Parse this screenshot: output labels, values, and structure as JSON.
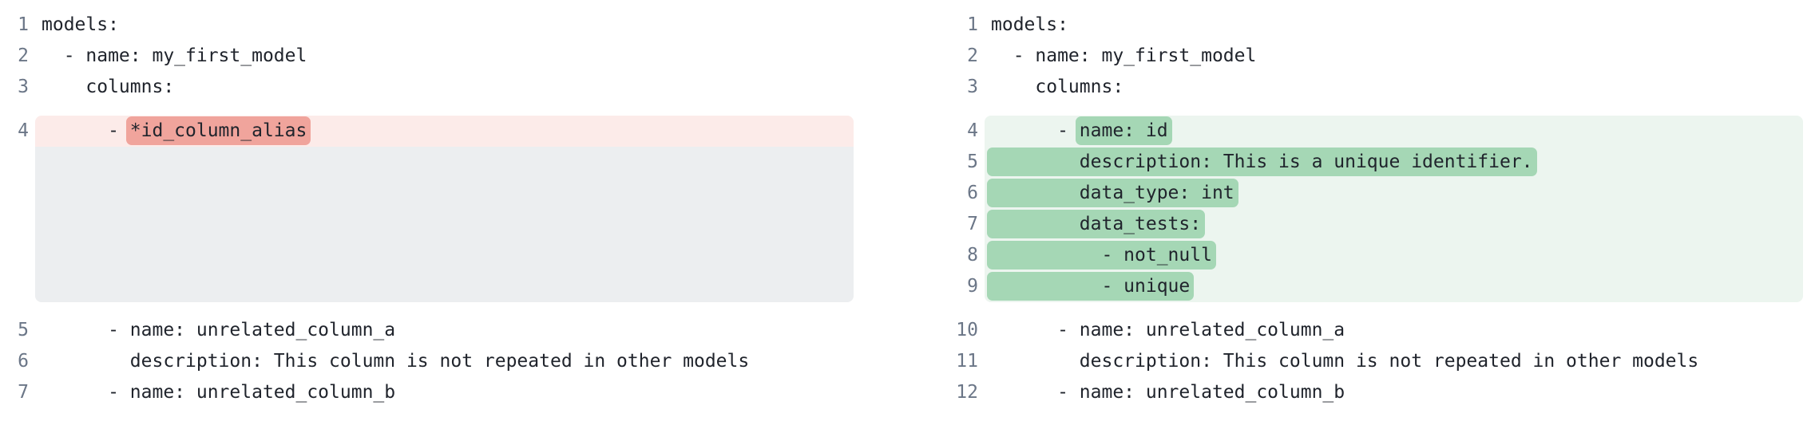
{
  "colors": {
    "background": "#ffffff",
    "code_text": "#20242c",
    "line_number": "#6b7687",
    "removed_line_bg": "#fcebe9",
    "removed_token_bg": "#f0a49c",
    "added_line_bg": "#ecf5ef",
    "added_token_bg": "#a5d7b5",
    "collapsed_spacer_bg": "#eceef0"
  },
  "left_panel": {
    "lines_top": [
      {
        "no": "1",
        "text": "models:"
      },
      {
        "no": "2",
        "text": "  - name: my_first_model"
      },
      {
        "no": "3",
        "text": "    columns:"
      }
    ],
    "removed_line": {
      "no": "4",
      "pre": "      - ",
      "token": "*id_column_alias"
    },
    "lines_bottom": [
      {
        "no": "5",
        "text": "      - name: unrelated_column_a"
      },
      {
        "no": "6",
        "text": "        description: This column is not repeated in other models"
      },
      {
        "no": "7",
        "text": "      - name: unrelated_column_b"
      }
    ]
  },
  "right_panel": {
    "lines_top": [
      {
        "no": "1",
        "text": "models:"
      },
      {
        "no": "2",
        "text": "  - name: my_first_model"
      },
      {
        "no": "3",
        "text": "    columns:"
      }
    ],
    "added_lines": [
      {
        "no": "4",
        "pre": "      - ",
        "token": "name: id"
      },
      {
        "no": "5",
        "pre": "",
        "token": "        description: This is a unique identifier."
      },
      {
        "no": "6",
        "pre": "",
        "token": "        data_type: int"
      },
      {
        "no": "7",
        "pre": "",
        "token": "        data_tests:"
      },
      {
        "no": "8",
        "pre": "",
        "token": "          - not_null"
      },
      {
        "no": "9",
        "pre": "",
        "token": "          - unique"
      }
    ],
    "lines_bottom": [
      {
        "no": "10",
        "text": "      - name: unrelated_column_a"
      },
      {
        "no": "11",
        "text": "        description: This column is not repeated in other models"
      },
      {
        "no": "12",
        "text": "      - name: unrelated_column_b"
      }
    ]
  }
}
